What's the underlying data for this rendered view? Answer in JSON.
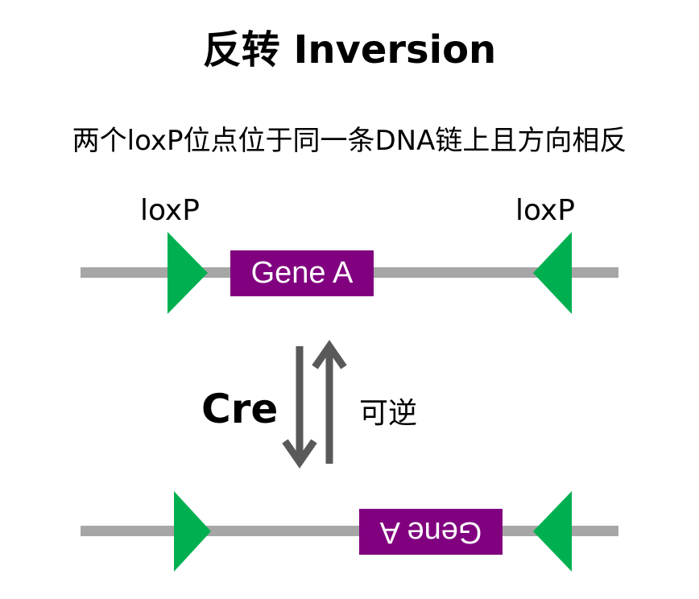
{
  "title": "反转 Inversion",
  "subtitle": "两个loxP位点位于同一条DNA链上且方向相反",
  "loxp_labels": [
    "loxP",
    "loxP"
  ],
  "gene_label": "Gene A",
  "enzyme_label": "Cre",
  "reversible_label": "可逆",
  "colors": {
    "strand": "#a6a6a6",
    "loxp_site": "#00b050",
    "gene_box": "#80007f",
    "gene_text": "#ffffff",
    "arrow": "#595959"
  }
}
